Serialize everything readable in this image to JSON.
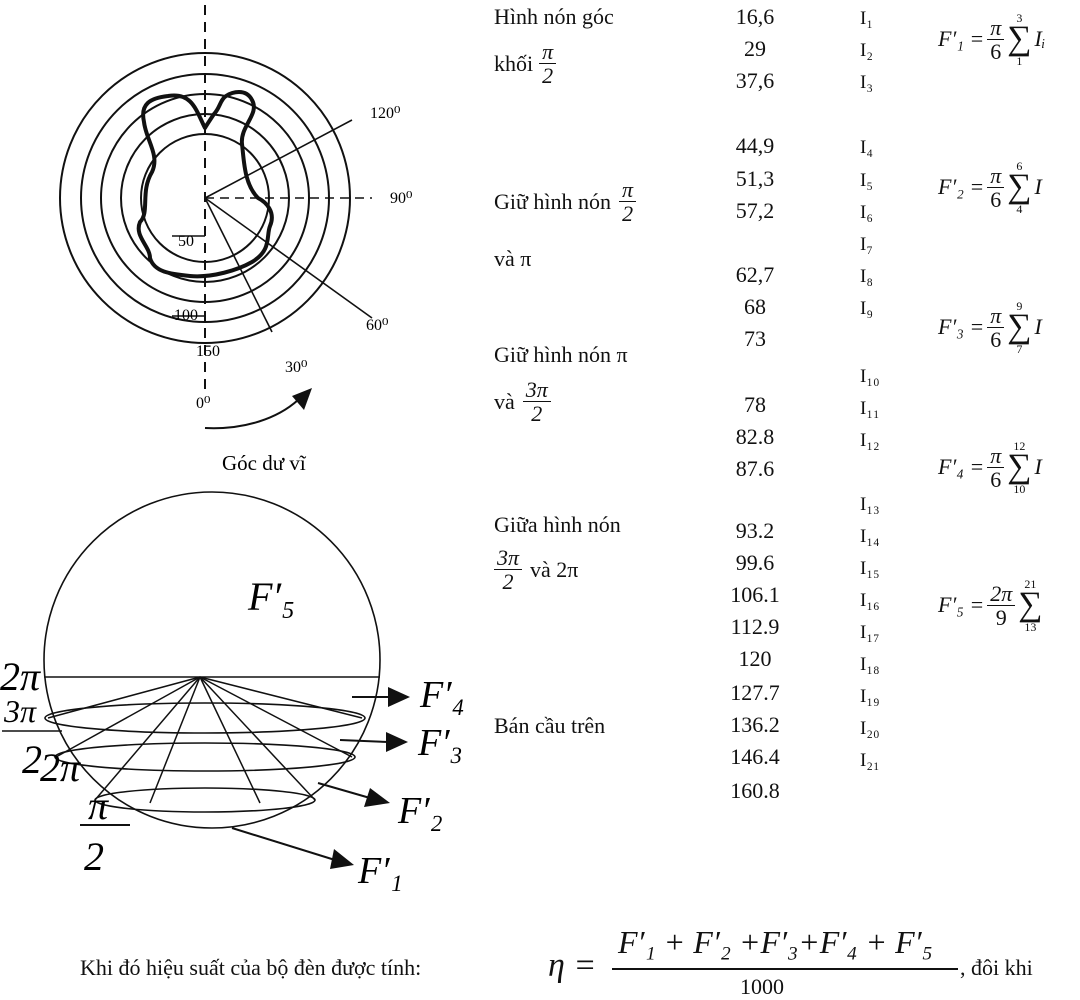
{
  "polar": {
    "ring_labels": [
      "50",
      "100",
      "150"
    ],
    "angle_labels": [
      "120⁰",
      "90⁰",
      "60⁰",
      "30⁰",
      "0⁰"
    ],
    "caption": "Góc dư vĩ"
  },
  "sphere": {
    "center_label": "F′₅",
    "left_labels": [
      "2π",
      "3π",
      "2",
      "2π",
      "π",
      "2"
    ],
    "arrow_labels": [
      "F′₄",
      "F′₃",
      "F′₂",
      "F′₁"
    ]
  },
  "table": {
    "groups": [
      {
        "line1": "Hình   nón   góc",
        "line2": "khối",
        "frac_num": "π",
        "frac_den": "2"
      },
      {
        "line1": "Giữ hình nón",
        "frac_num": "π",
        "frac_den": "2",
        "line2": "và π"
      },
      {
        "line1": "Giữ hình nón π",
        "line2": "và",
        "frac_num": "3π",
        "frac_den": "2"
      },
      {
        "line1": "Giữa   hình   nón",
        "frac_num": "3π",
        "frac_den": "2",
        "line2": "và 2π"
      },
      {
        "line1": "Bán cầu trên"
      }
    ],
    "values": [
      "16,6",
      "29",
      "37,6",
      "44,9",
      "51,3",
      "57,2",
      "62,7",
      "68",
      "73",
      "78",
      "82.8",
      "87.6",
      "93.2",
      "99.6",
      "106.1",
      "112.9",
      "120",
      "127.7",
      "136.2",
      "146.4",
      "160.8"
    ],
    "indices": [
      "I₁",
      "I₂",
      "I₃",
      "I₄",
      "I₅",
      "I₆",
      "I₇",
      "I₈",
      "I₉",
      "I₁₀",
      "I₁₁",
      "I₁₂",
      "I₁₃",
      "I₁₄",
      "I₁₅",
      "I₁₆",
      "I₁₇",
      "I₁₈",
      "I₁₉",
      "I₂₀",
      "I₂₁"
    ]
  },
  "formulas": [
    {
      "lhs": "F′₁ =",
      "num": "π",
      "den": "6",
      "top": "3",
      "bot": "1",
      "term": "Iᵢ"
    },
    {
      "lhs": "F′₂ =",
      "num": "π",
      "den": "6",
      "top": "6",
      "bot": "4",
      "term": "I"
    },
    {
      "lhs": "F′₃ =",
      "num": "π",
      "den": "6",
      "top": "9",
      "bot": "7",
      "term": "I"
    },
    {
      "lhs": "F′₄ =",
      "num": "π",
      "den": "6",
      "top": "12",
      "bot": "10",
      "term": "I"
    },
    {
      "lhs": "F′₅ =",
      "num": "2π",
      "den": "9",
      "top": "21",
      "bot": "13",
      "term": ""
    }
  ],
  "bottom": {
    "text": "Khi đó hiệu suất của bộ đèn được tính:",
    "eta": "η =",
    "numerator": "F′₁ + F′₂ +F′₃+F′₄ + F′₅",
    "denominator": "1000",
    "tail": ", đôi khi"
  }
}
